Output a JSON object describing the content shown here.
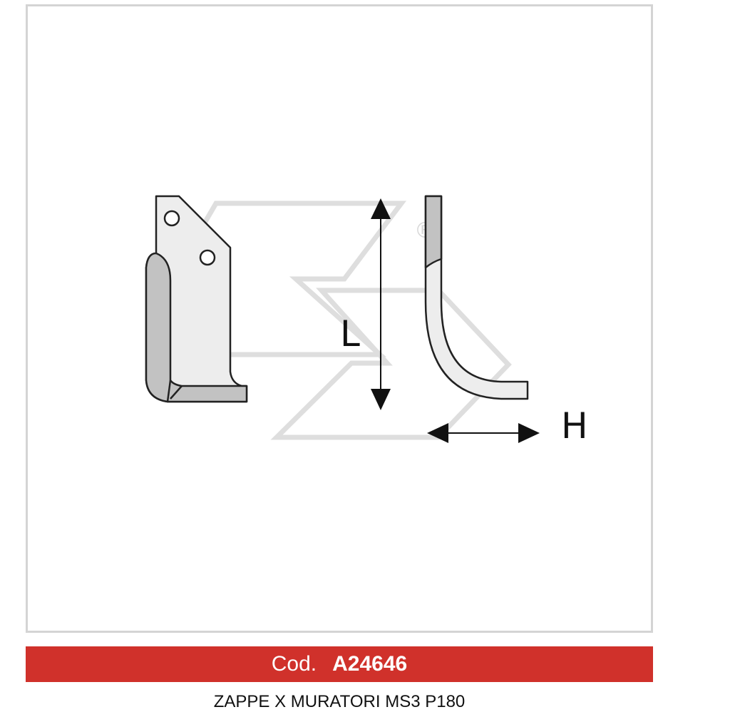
{
  "drawing": {
    "length_label": "L",
    "height_label": "H",
    "watermark_mark": "®"
  },
  "product": {
    "code_prefix": "Cod.",
    "code": "A24646",
    "name": "ZAPPE X MURATORI MS3 P180"
  },
  "colors": {
    "code_bar": "#d0312b",
    "frame_border": "#d4d4d4",
    "blade_fill": "#ededed",
    "blade_edge_fill": "#c2c2c2",
    "watermark": "#dcdcdc"
  }
}
